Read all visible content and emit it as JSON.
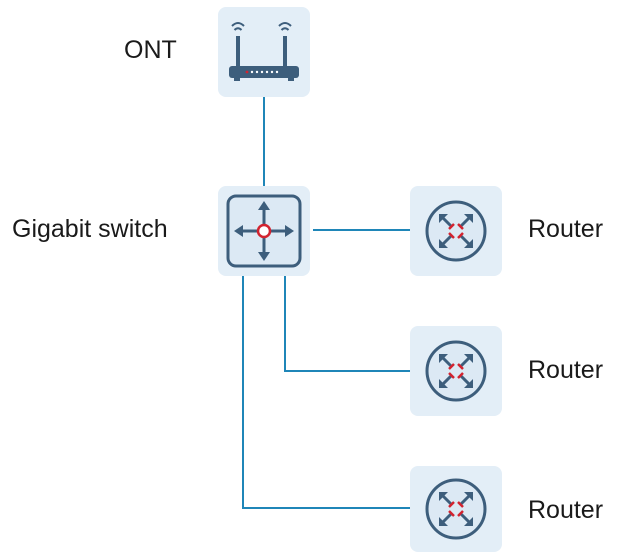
{
  "nodes": {
    "ont": {
      "label": "ONT",
      "icon": "wifi-router-icon"
    },
    "switch": {
      "label": "Gigabit switch",
      "icon": "switch-arrows-icon"
    },
    "routers": [
      {
        "label": "Router",
        "icon": "router-icon"
      },
      {
        "label": "Router",
        "icon": "router-icon"
      },
      {
        "label": "Router",
        "icon": "router-icon"
      }
    ]
  },
  "colors": {
    "link": "#1f86b8",
    "tile": "#e3eef7",
    "icon_stroke": "#3d5e7c",
    "icon_fill": "#dce9f4",
    "accent_red": "#d3232f"
  }
}
